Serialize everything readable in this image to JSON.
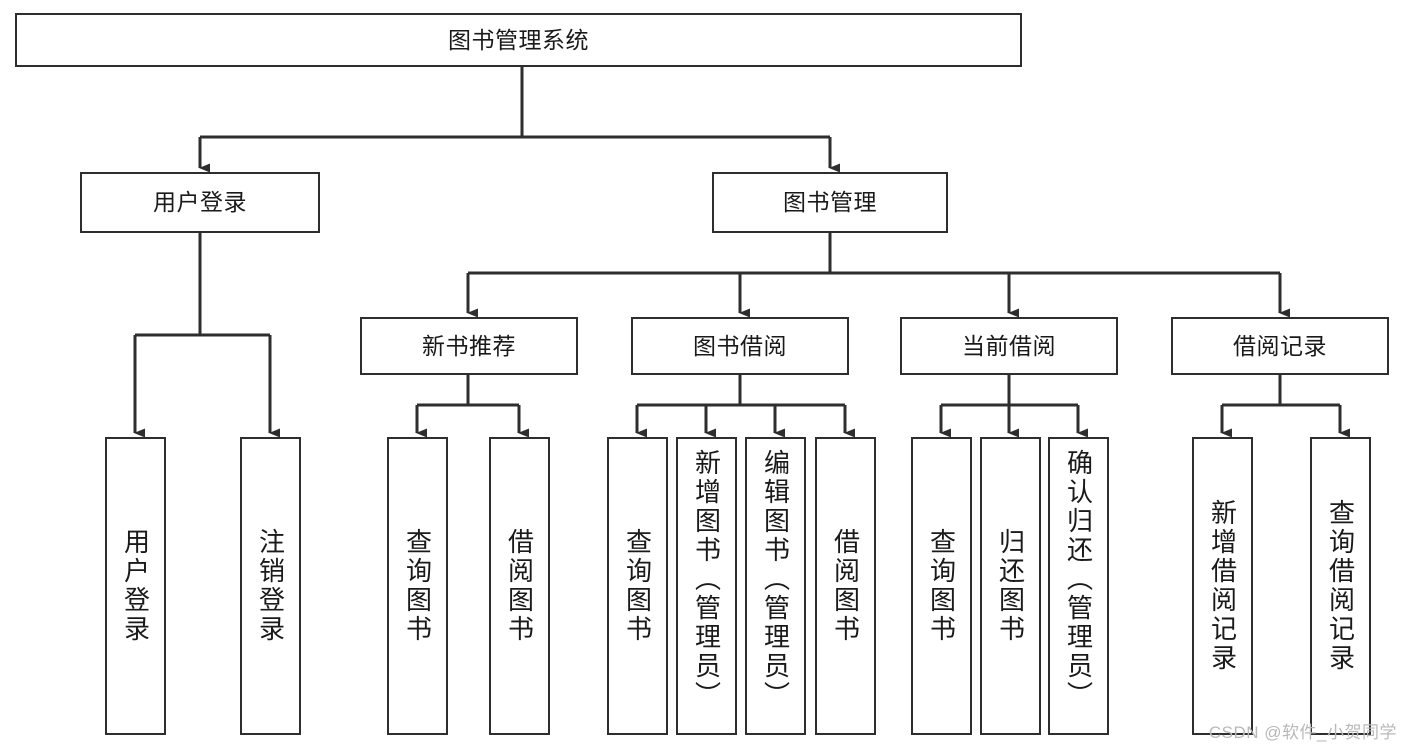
{
  "diagram": {
    "title": "图书管理系统",
    "type": "hierarchy-tree",
    "colors": {
      "box_border": "#2e2e2e",
      "box_fill": "#ffffff",
      "line": "#2e2e2e",
      "text": "#1a1a1a",
      "watermark": "#b9b9b9"
    },
    "levels": {
      "root": {
        "label": "图书管理系统"
      },
      "level2": [
        {
          "label": "用户登录"
        },
        {
          "label": "图书管理"
        }
      ],
      "level3": [
        {
          "label": "新书推荐"
        },
        {
          "label": "图书借阅"
        },
        {
          "label": "当前借阅"
        },
        {
          "label": "借阅记录"
        }
      ],
      "leaves": {
        "user_login": [
          {
            "label": "用户登录"
          },
          {
            "label": "注销登录"
          }
        ],
        "new_book_recommend": [
          {
            "label": "查询图书"
          },
          {
            "label": "借阅图书"
          }
        ],
        "book_borrow": [
          {
            "label": "查询图书"
          },
          {
            "label": "新增图书（管理员）"
          },
          {
            "label": "编辑图书（管理员）"
          },
          {
            "label": "借阅图书"
          }
        ],
        "current_borrow": [
          {
            "label": "查询图书"
          },
          {
            "label": "归还图书"
          },
          {
            "label": "确认归还（管理员）"
          }
        ],
        "borrow_record": [
          {
            "label": "新增借阅记录"
          },
          {
            "label": "查询借阅记录"
          }
        ]
      }
    }
  },
  "watermark": {
    "text": "CSDN @软件_小贺同学"
  }
}
